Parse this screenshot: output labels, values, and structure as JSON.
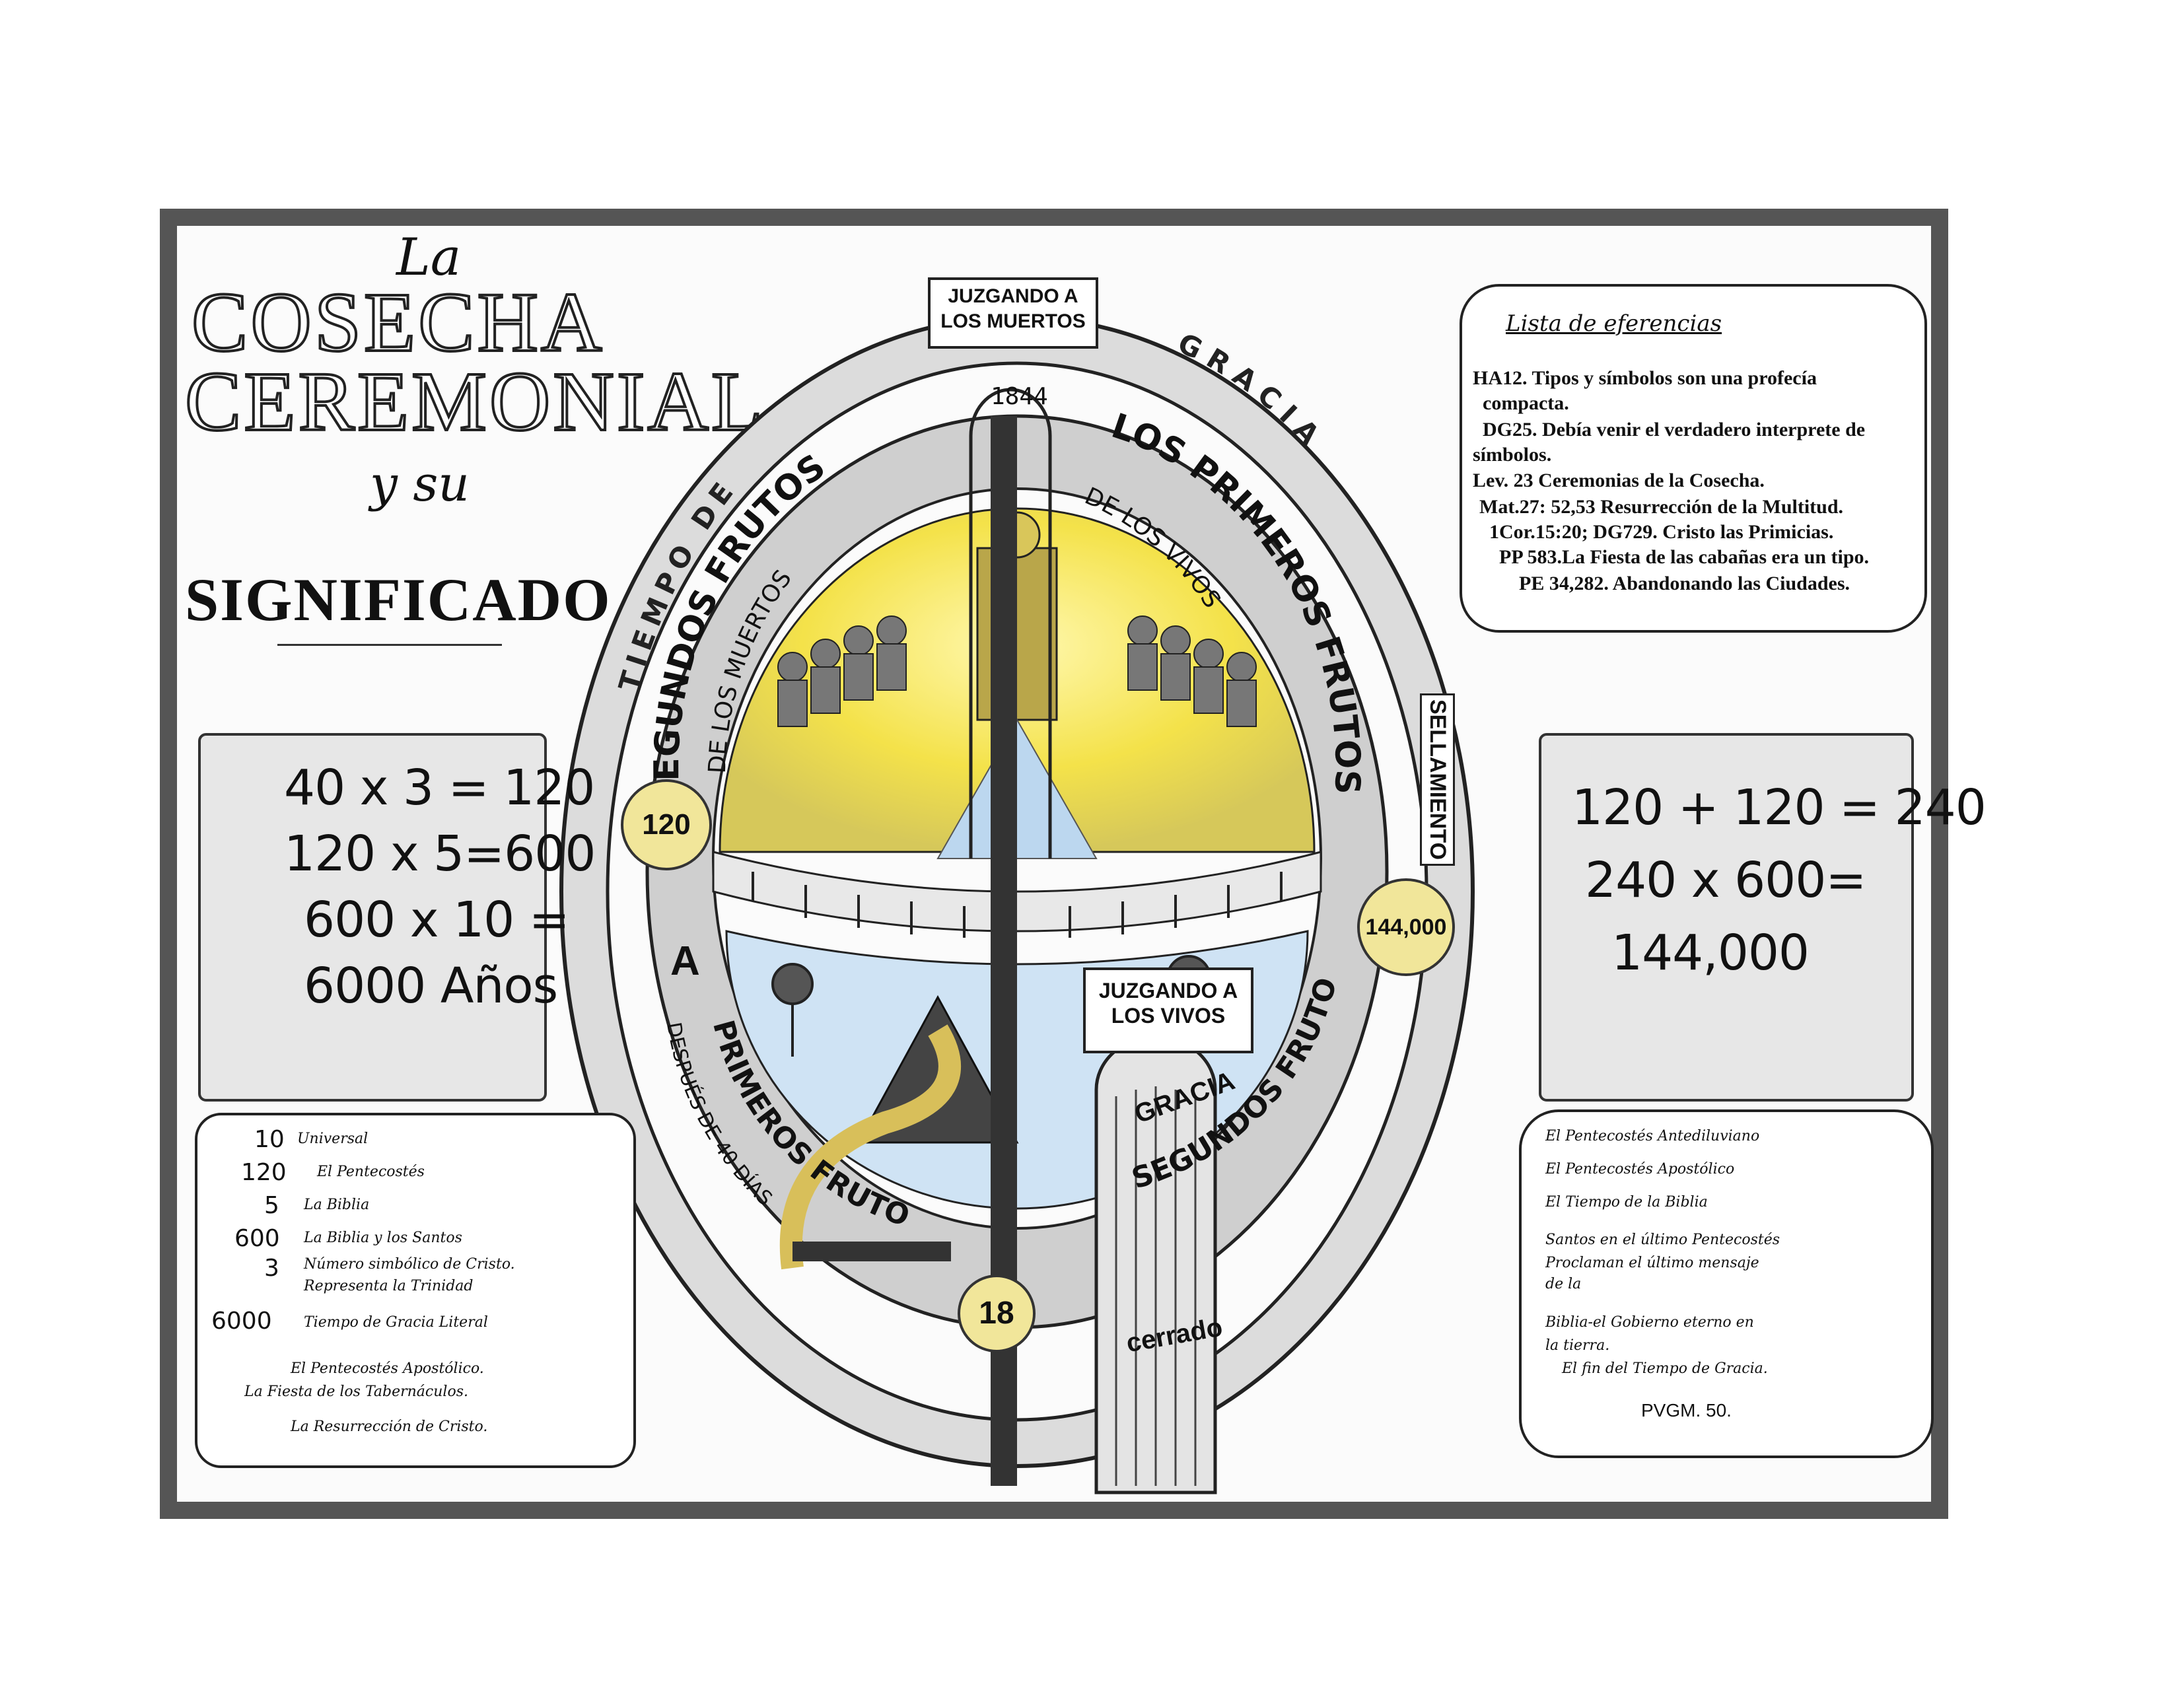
{
  "title": {
    "la": "La",
    "line1": "COSECHA",
    "line2": "CEREMONIAL",
    "ysu": "y su",
    "line3": "SIGNIFICADO"
  },
  "left_scroll": {
    "lines": [
      "40 x 3 = 120",
      "120 x 5=600",
      "600 x 10 =",
      "6000 Años"
    ]
  },
  "right_scroll": {
    "lines": [
      "120 + 120 = 240",
      "240 x 600=",
      "144,000"
    ]
  },
  "references": {
    "heading": "Lista de eferencias",
    "lines": [
      "HA12. Tipos y símbolos son una   profecía",
      "compacta.",
      "DG25. Debía venir el verdadero interprete de",
      "símbolos.",
      "Lev. 23 Ceremonias de la Cosecha.",
      "Mat.27: 52,53 Resurrección de la Multitud.",
      "1Cor.15:20; DG729. Cristo las Primicias.",
      "PP 583.La Fiesta de las cabañas era   un tipo.",
      "PE 34,282. Abandonando las Ciudades."
    ]
  },
  "left_legend": {
    "items": [
      {
        "num": "10",
        "label": "Universal"
      },
      {
        "num": "120",
        "label": "El Pentecostés"
      },
      {
        "num": "5",
        "label": "La Biblia"
      },
      {
        "num": "600",
        "label": "La Biblia y los Santos"
      },
      {
        "num": "3",
        "label": "Número simbólico de Cristo."
      },
      {
        "num": "",
        "label": "Representa la Trinidad"
      },
      {
        "num": "6000",
        "label": "Tiempo de Gracia Literal"
      }
    ],
    "footer": [
      "El Pentecostés Apostólico.",
      "La Fiesta de los Tabernáculos.",
      "La Resurrección de Cristo."
    ]
  },
  "right_legend": {
    "items": [
      "El Pentecostés Antediluviano",
      "El Pentecostés Apostólico",
      "El Tiempo de la Biblia",
      "Santos en el último Pentecostés",
      "Proclaman el último mensaje",
      "de la",
      "Biblia-el Gobierno eterno en",
      "la tierra.",
      "El fin del Tiempo de Gracia."
    ],
    "source": "PVGM. 50."
  },
  "diagram": {
    "sign_top": [
      "JUZGANDO A",
      "LOS MUERTOS"
    ],
    "sign_mid": [
      "JUZGANDO A",
      "LOS VIVOS"
    ],
    "year": "1844",
    "ring_outer_left": "TIEMPO DE",
    "ring_outer_right": "GRACIA",
    "upper_left_main": "SEGUNDOS FRUTOS",
    "upper_left_sub": "DE LOS MUERTOS",
    "upper_right_main": "LOS PRIMEROS FRUTOS",
    "upper_right_sub": "DE LOS VIVOS",
    "sellamiento": "SELLAMIENTO",
    "lower_left_main": "PRIMEROS FRUTOS",
    "lower_left_sub": "DESPUÉS DE 40 DÍAS",
    "lower_right_main": "SEGUNDOS FRUTOS",
    "gate_top": "GRACIA",
    "gate_bottom": "cerrado",
    "letter_a": "A",
    "coin_left": "120",
    "coin_right": "144,000",
    "coin_bottom": "18"
  },
  "colors": {
    "frame": "#555555",
    "glow": "#f4e24a",
    "water": "#9fc7e8",
    "coin": "#f1e69a"
  }
}
